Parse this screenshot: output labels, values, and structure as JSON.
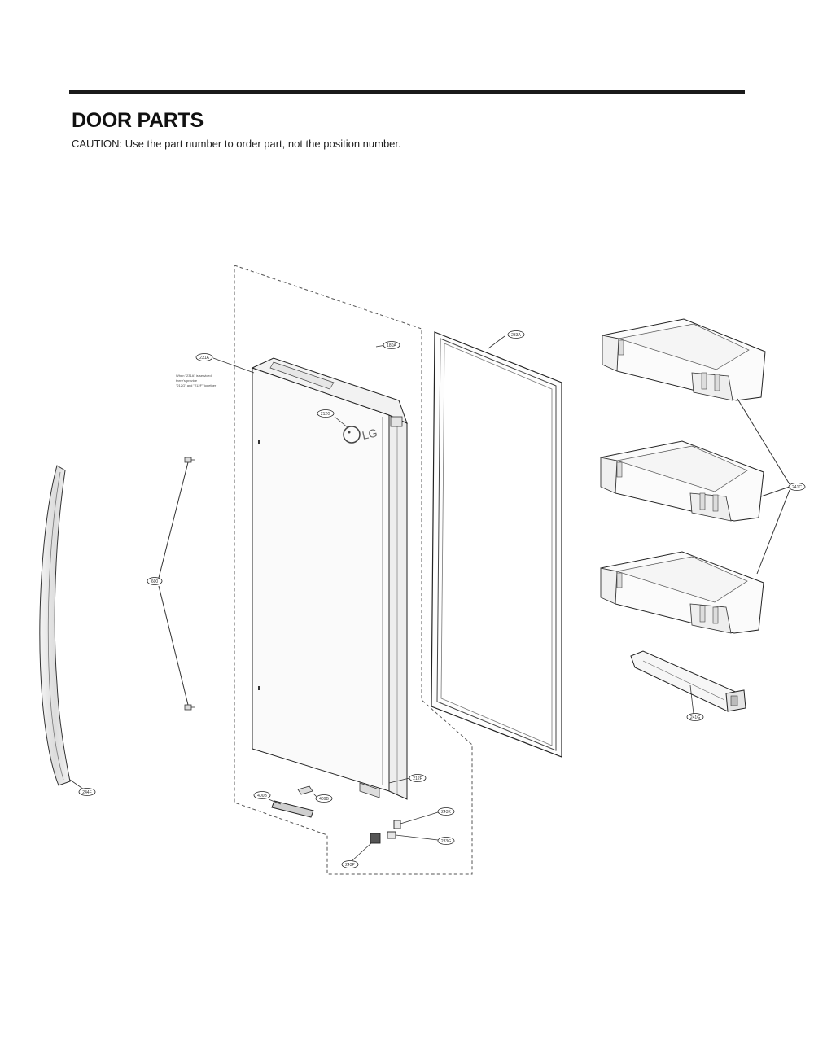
{
  "header": {
    "title": "DOOR PARTS",
    "caution": "CAUTION: Use the part number to order part, not the position number."
  },
  "diagram": {
    "callouts": {
      "c180A": "180A",
      "c233A": "233A",
      "c231A": "231A",
      "c212G": "212G",
      "c241C": "241C",
      "c600": "600",
      "c244F": "244F",
      "c241G": "241G",
      "c212F": "212F",
      "c400B": "400B",
      "c409B": "409B",
      "c243K": "243K",
      "c233G": "233G",
      "c243P": "243P"
    },
    "note": {
      "line1": "When \"231A\" is serviced,",
      "line2": "there's provide",
      "line3": "\"212G\" and \"212F\" together"
    },
    "logo_text": "LG"
  }
}
